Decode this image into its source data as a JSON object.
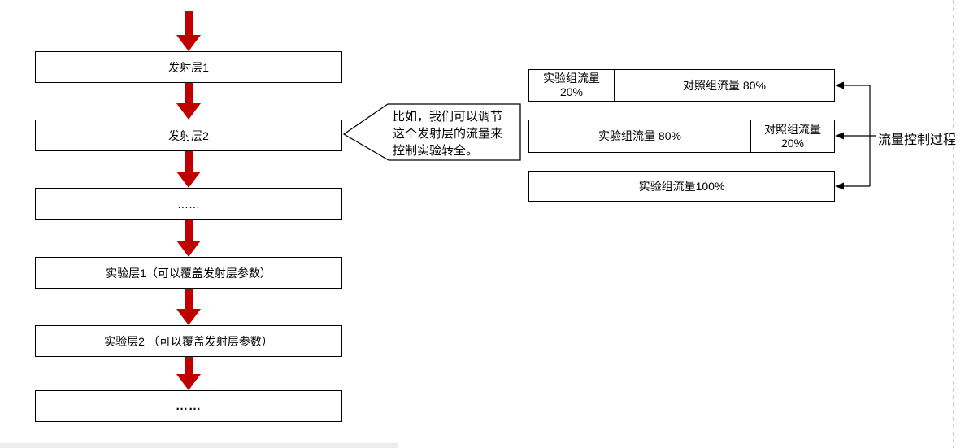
{
  "colors": {
    "arrow_red": "#C00000",
    "line_black": "#000000",
    "page_guide_gray": "#cfcfcf"
  },
  "flow": {
    "layers": [
      {
        "label": "发射层1"
      },
      {
        "label": "发射层2"
      },
      {
        "label": "……"
      },
      {
        "label": "实验层1（可以覆盖发射层参数）"
      },
      {
        "label": "实验层2 （可以覆盖发射层参数）"
      },
      {
        "label": "……"
      }
    ]
  },
  "callout": {
    "text": "比如，我们可以调节这个发射层的流量来控制实验转全。"
  },
  "traffic": {
    "caption": "流量控制过程",
    "rows": [
      {
        "cells": [
          {
            "label": "实验组流量 20%"
          },
          {
            "label": "对照组流量 80%"
          }
        ]
      },
      {
        "cells": [
          {
            "label": "实验组流量 80%"
          },
          {
            "label": "对照组流量 20%"
          }
        ]
      },
      {
        "cells": [
          {
            "label": "实验组流量100%"
          }
        ]
      }
    ]
  }
}
